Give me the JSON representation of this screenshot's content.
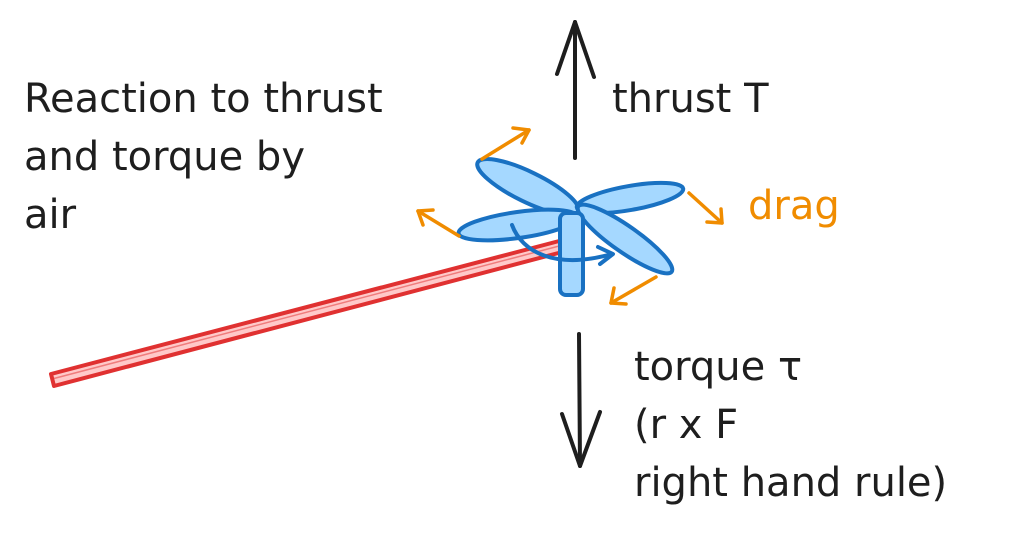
{
  "labels": {
    "reaction_lines": [
      "Reaction to thrust",
      "and torque by",
      "air"
    ],
    "thrust": "thrust T",
    "drag": "drag",
    "torque_lines": [
      "torque τ",
      "(r x F",
      "right hand rule)"
    ]
  },
  "colors": {
    "ink": "#1e1e1e",
    "drag": "#f08c00",
    "propeller_stroke": "#1971c2",
    "propeller_fill": "#a5d8ff",
    "shaft_stroke": "#e03131",
    "shaft_fill": "#ffc9c9"
  }
}
